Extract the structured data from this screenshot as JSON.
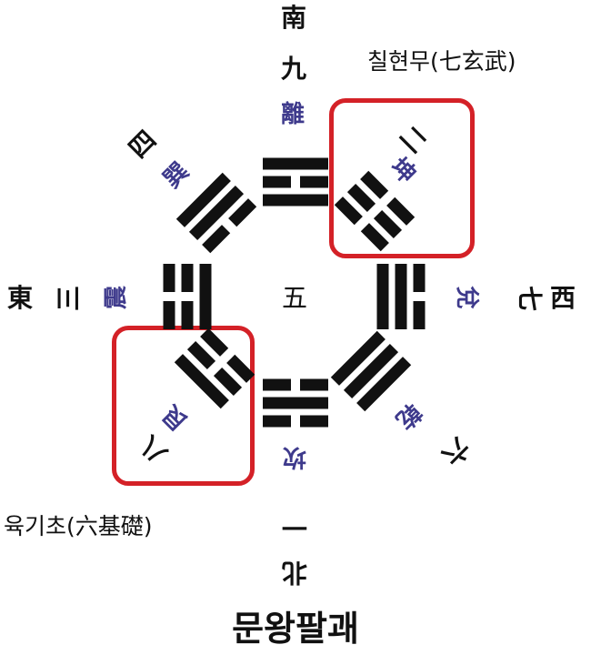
{
  "diagram": {
    "title": "문왕팔괘",
    "caption_top_right": "칠현무(七玄武)",
    "caption_bottom_left": "육기초(六基礎)",
    "center": "五",
    "directions": {
      "south": "南",
      "north": "北",
      "east": "東",
      "west": "西"
    },
    "trigrams": [
      {
        "key": "li",
        "name": "離",
        "number": "九",
        "lines": [
          1,
          0,
          1
        ]
      },
      {
        "key": "kun",
        "name": "坤",
        "number": "二",
        "lines": [
          0,
          0,
          0
        ]
      },
      {
        "key": "dui",
        "name": "兌",
        "number": "七",
        "lines": [
          0,
          1,
          1
        ]
      },
      {
        "key": "qian",
        "name": "乾",
        "number": "六",
        "lines": [
          1,
          1,
          1
        ]
      },
      {
        "key": "kan",
        "name": "坎",
        "number": "一",
        "lines": [
          0,
          1,
          0
        ]
      },
      {
        "key": "gen",
        "name": "艮",
        "number": "八",
        "lines": [
          1,
          0,
          0
        ]
      },
      {
        "key": "zhen",
        "name": "震",
        "number": "三",
        "lines": [
          0,
          0,
          1
        ]
      },
      {
        "key": "xun",
        "name": "巽",
        "number": "四",
        "lines": [
          1,
          1,
          0
        ]
      }
    ],
    "colors": {
      "bar": "#111111",
      "trigram_name": "#3e3a8c",
      "highlight_box": "#d42127"
    }
  }
}
